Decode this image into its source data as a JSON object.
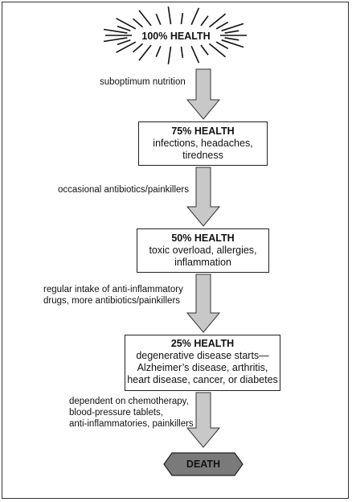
{
  "diagram": {
    "nodes": [
      {
        "id": "health-100",
        "title": "100% HEALTH",
        "lines": []
      },
      {
        "id": "health-75",
        "title": "75% HEALTH",
        "lines": [
          "infections, headaches,",
          "tiredness"
        ]
      },
      {
        "id": "health-50",
        "title": "50% HEALTH",
        "lines": [
          "toxic overload, allergies,",
          "inflammation"
        ]
      },
      {
        "id": "health-25",
        "title": "25% HEALTH",
        "lines": [
          "degenerative disease starts—",
          "Alzheimer’s disease, arthritis,",
          "heart disease, cancer, or diabetes"
        ]
      },
      {
        "id": "death",
        "title": "DEATH",
        "lines": []
      }
    ],
    "edges": [
      {
        "from": "health-100",
        "to": "health-75",
        "label_lines": [
          "suboptimum nutrition"
        ]
      },
      {
        "from": "health-75",
        "to": "health-50",
        "label_lines": [
          "occasional antibiotics/painkillers"
        ]
      },
      {
        "from": "health-50",
        "to": "health-25",
        "label_lines": [
          "regular intake of anti-inflammatory",
          "drugs, more antibiotics/painkillers"
        ]
      },
      {
        "from": "health-25",
        "to": "death",
        "label_lines": [
          "dependent on chemotherapy,",
          "blood-pressure tablets,",
          "anti-inflammatories, painkillers"
        ]
      }
    ],
    "colors": {
      "arrow_fill": "#c8c8c8",
      "arrow_stroke": "#333333",
      "death_fill": "#7a7a7a",
      "burst": "#111111"
    }
  }
}
